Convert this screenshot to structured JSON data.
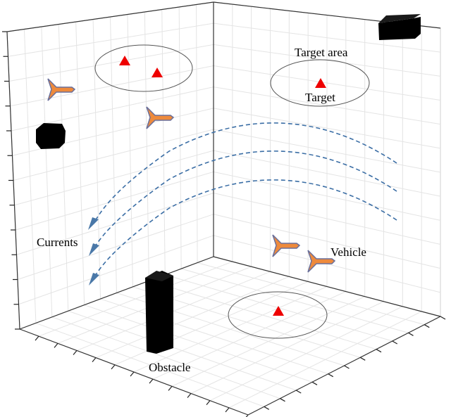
{
  "labels": {
    "target_area": "Target area",
    "target": "Target",
    "currents": "Currents",
    "vehicle": "Vehicle",
    "obstacle": "Obstacle"
  },
  "colors": {
    "target": "#ee0000",
    "vehicle_fill": "#ee8a3c",
    "vehicle_stroke": "#6a6f9a",
    "current_line": "#3b6ea5",
    "current_arrow": "#4a78a8",
    "obstacle": "#000000",
    "grid": "#e4e4e4"
  },
  "icons": {
    "target": "red-triangle",
    "vehicle": "arrow-shaped-vehicle",
    "obstacle": "black-block",
    "current": "dashed-curved-arrow"
  },
  "counts": {
    "targets": 4,
    "vehicles": 4,
    "obstacles": 3,
    "currents": 3
  }
}
